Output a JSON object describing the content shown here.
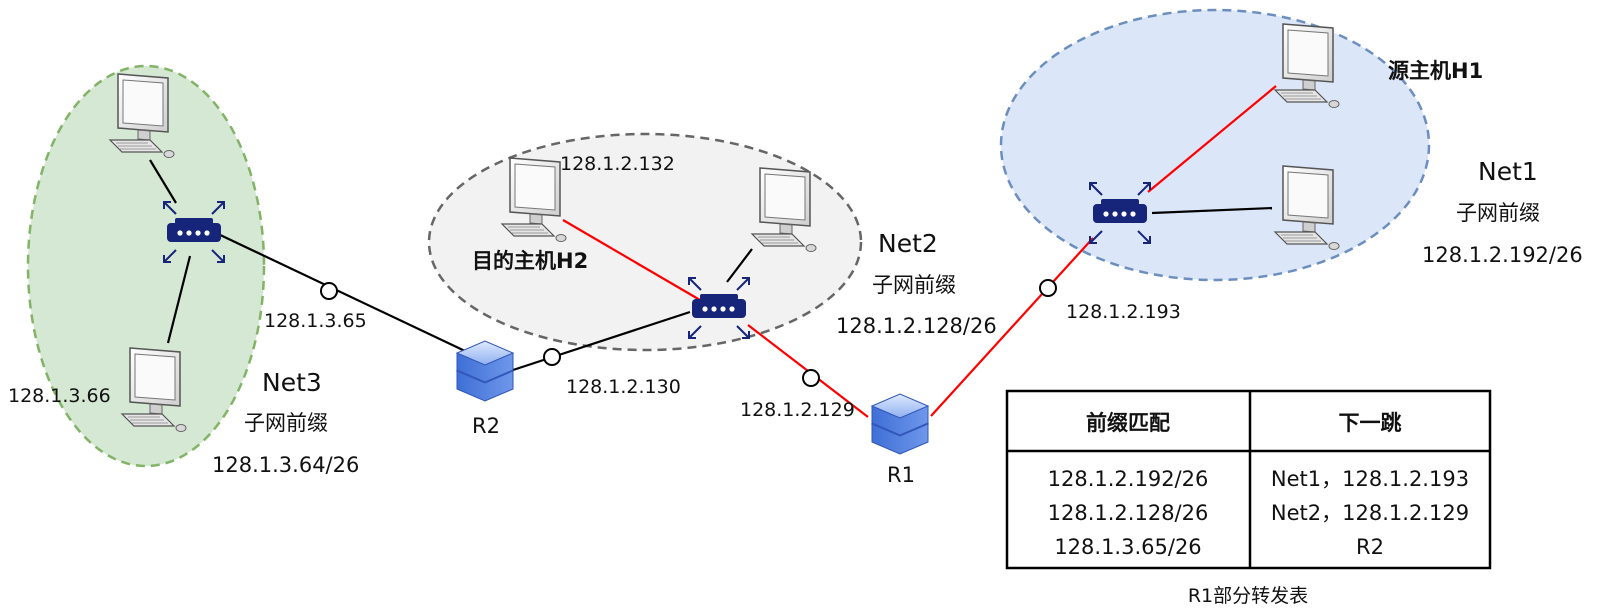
{
  "colors": {
    "net1_fill": "#dbe6f9",
    "net1_border": "#6c8ebf",
    "net2_fill": "#f2f2f2",
    "net2_border": "#666666",
    "net3_fill": "#d5e8d4",
    "net3_border": "#82b366",
    "link_red": "#ff0000",
    "link_black": "#000000",
    "switch_blue": "#16247a",
    "router_blue": "#5a86e0"
  },
  "net1": {
    "name": "Net1",
    "prefix_label": "子网前缀",
    "prefix": "128.1.2.192/26",
    "host_label": "源主机H1"
  },
  "net2": {
    "name": "Net2",
    "prefix_label": "子网前缀",
    "prefix": "128.1.2.128/26",
    "host_label": "目的主机H2",
    "host_ip": "128.1.2.132"
  },
  "net3": {
    "name": "Net3",
    "prefix_label": "子网前缀",
    "prefix": "128.1.3.64/26",
    "host_ip": "128.1.3.66"
  },
  "routers": {
    "r1": {
      "name": "R1"
    },
    "r2": {
      "name": "R2"
    }
  },
  "interfaces": {
    "r1_net1": "128.1.2.193",
    "r1_net2": "128.1.2.129",
    "r2_net2": "128.1.2.130",
    "r2_net3": "128.1.3.65"
  },
  "table": {
    "caption": "R1部分转发表",
    "headers": [
      "前缀匹配",
      "下一跳"
    ],
    "rows": [
      [
        "128.1.2.192/26",
        "Net1，128.1.2.193"
      ],
      [
        "128.1.2.128/26",
        "Net2，128.1.2.129"
      ],
      [
        "128.1.3.65/26",
        "R2"
      ]
    ]
  }
}
